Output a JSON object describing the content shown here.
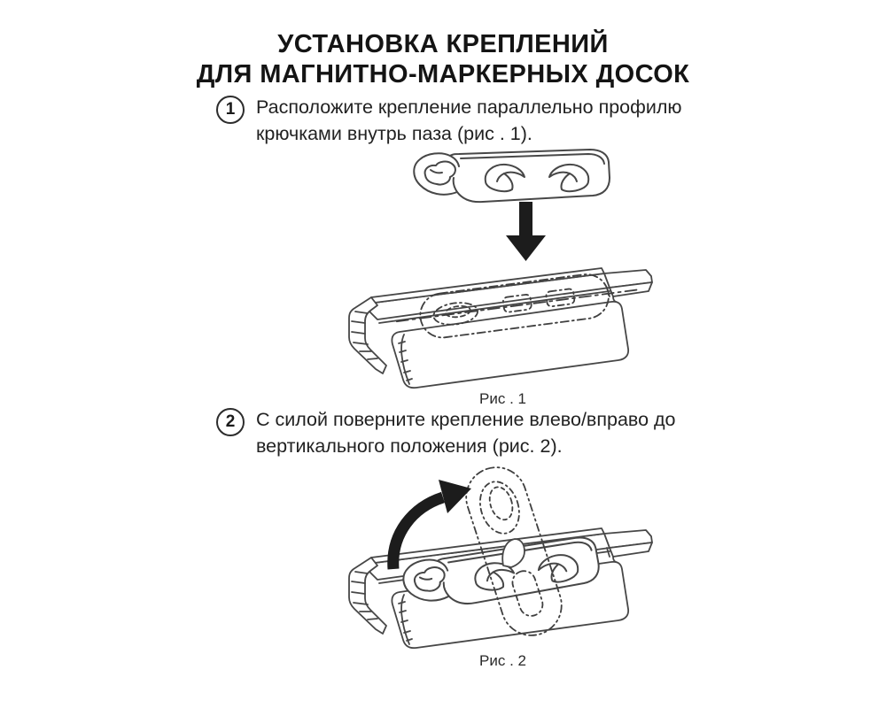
{
  "title": {
    "line1": "УСТАНОВКА КРЕПЛЕНИЙ",
    "line2": "ДЛЯ МАГНИТНО-МАРКЕРНЫХ ДОСОК"
  },
  "steps": [
    {
      "number": "1",
      "text": "Расположите крепление параллельно профилю крючками внутрь паза (рис . 1)."
    },
    {
      "number": "2",
      "text": "С силой поверните крепление влево/вправо до вертикального положения (рис. 2)."
    }
  ],
  "figures": [
    {
      "caption": "Рис . 1"
    },
    {
      "caption": "Рис . 2"
    }
  ],
  "icons": [
    {
      "name": "down-arrow-icon",
      "meaning": "insert fitting downward into profile groove"
    },
    {
      "name": "rotation-arrow-icon",
      "meaning": "rotate fitting to vertical position"
    }
  ],
  "colors": {
    "background": "#ffffff",
    "text": "#1f1f1f",
    "line_art": "#474747",
    "arrow_fill": "#1c1c1c"
  }
}
